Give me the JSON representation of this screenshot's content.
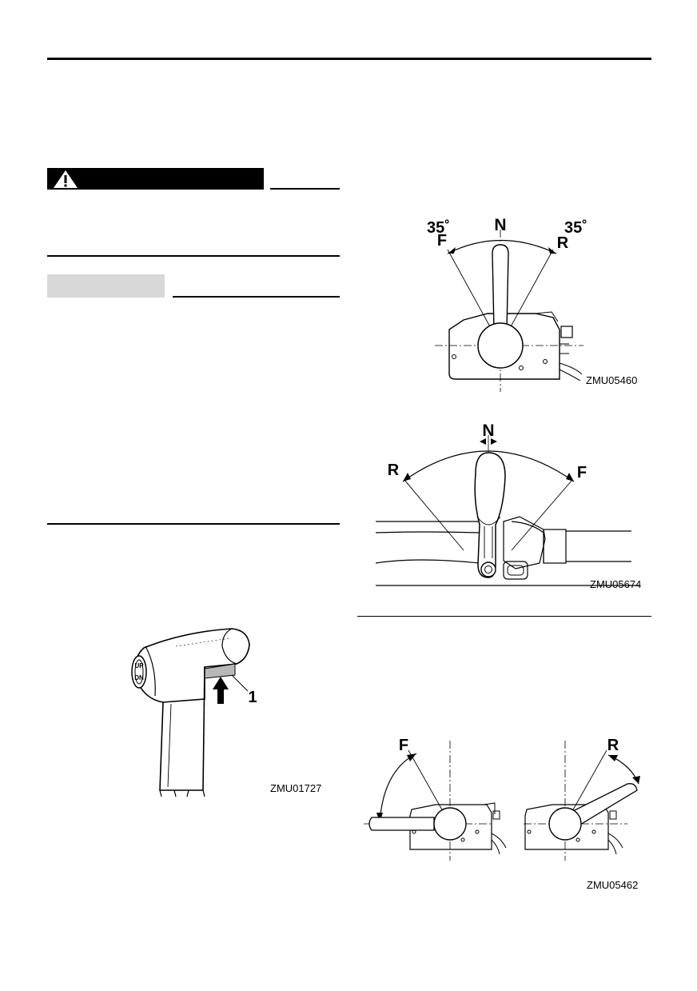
{
  "figures": {
    "lever_angle_top": {
      "label_n": "N",
      "label_f": "F",
      "label_r": "R",
      "angle_left": "35˚",
      "angle_right": "35˚",
      "code": "ZMU05460"
    },
    "lever_side": {
      "label_n": "N",
      "label_r": "R",
      "label_f": "F",
      "code": "ZMU05674"
    },
    "trim_grip": {
      "button_up": "UP",
      "button_dn": "DN",
      "callout": "1",
      "code": "ZMU01727"
    },
    "lever_positions": {
      "label_f": "F",
      "label_r": "R",
      "code": "ZMU05462"
    }
  }
}
